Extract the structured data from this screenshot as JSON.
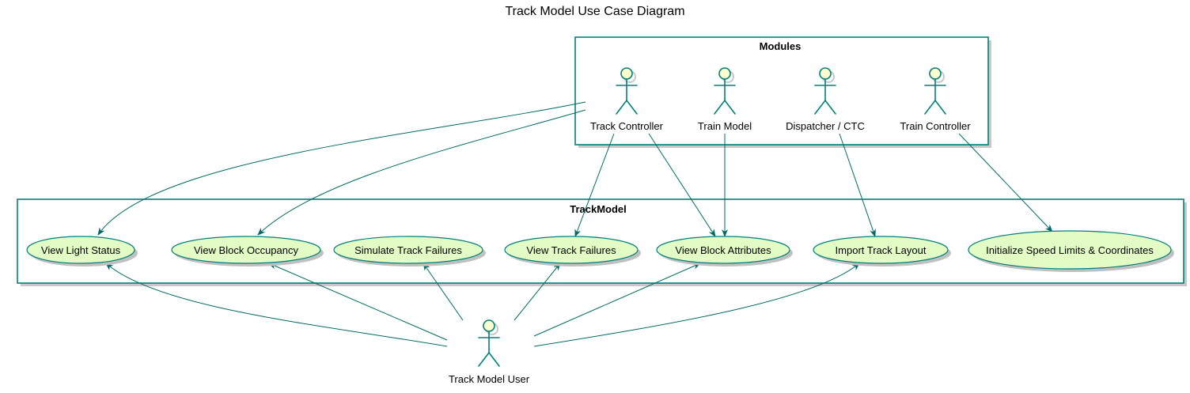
{
  "diagram": {
    "title": "Track Model Use Case Diagram",
    "packages": {
      "modules": "Modules",
      "trackmodel": "TrackModel"
    },
    "actors": {
      "track_controller": "Track Controller",
      "train_model": "Train Model",
      "dispatcher": "Dispatcher / CTC",
      "train_controller": "Train Controller",
      "track_model_user": "Track Model User"
    },
    "use_cases": {
      "view_light_status": "View Light Status",
      "view_block_occupancy": "View Block Occupancy",
      "simulate_track_failures": "Simulate Track Failures",
      "view_track_failures": "View Track Failures",
      "view_block_attributes": "View Block Attributes",
      "import_track_layout": "Import Track Layout",
      "initialize_speed_limits": "Initialize Speed Limits & Coordinates"
    },
    "colors": {
      "border": "#00807a",
      "use_case_fill": "#e3fcc6",
      "actor_head_fill": "#fefece",
      "edge": "#006b66"
    }
  }
}
